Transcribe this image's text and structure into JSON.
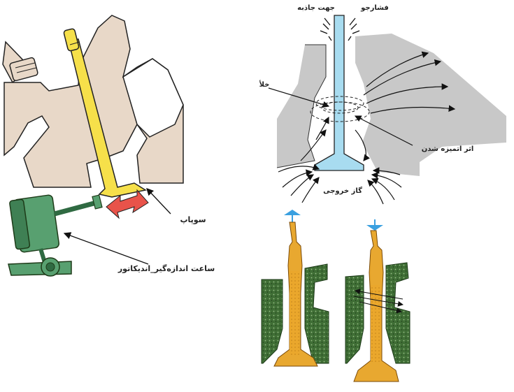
{
  "labels": {
    "valve": "سوپاپ",
    "dial_indicator": "ساعت اندازه‌گیر_اندیکاتور",
    "pressure": "فشارجو",
    "gravity_direction": "جهت جاذبه",
    "vacuum": "خلأ",
    "atomization_effect": "اثر اتمیزه شدن",
    "exhaust_gas": "گاز خروجی"
  },
  "colors": {
    "head_casting": "#e8d8c8",
    "valve_yellow": "#f6e04a",
    "indicator_green": "#58a070",
    "arrow_red": "#e8534a",
    "port_gray": "#c8c8c8",
    "valve_blue": "#a8dcf0",
    "casting_green": "#2f5f2a",
    "oil_orange": "#e8a830",
    "arrow_blue": "#3aa0e0"
  },
  "icons": {
    "movement": "double-headed-arrow-icon",
    "flow_up": "up-arrow-icon",
    "flow_down": "down-arrow-icon"
  }
}
